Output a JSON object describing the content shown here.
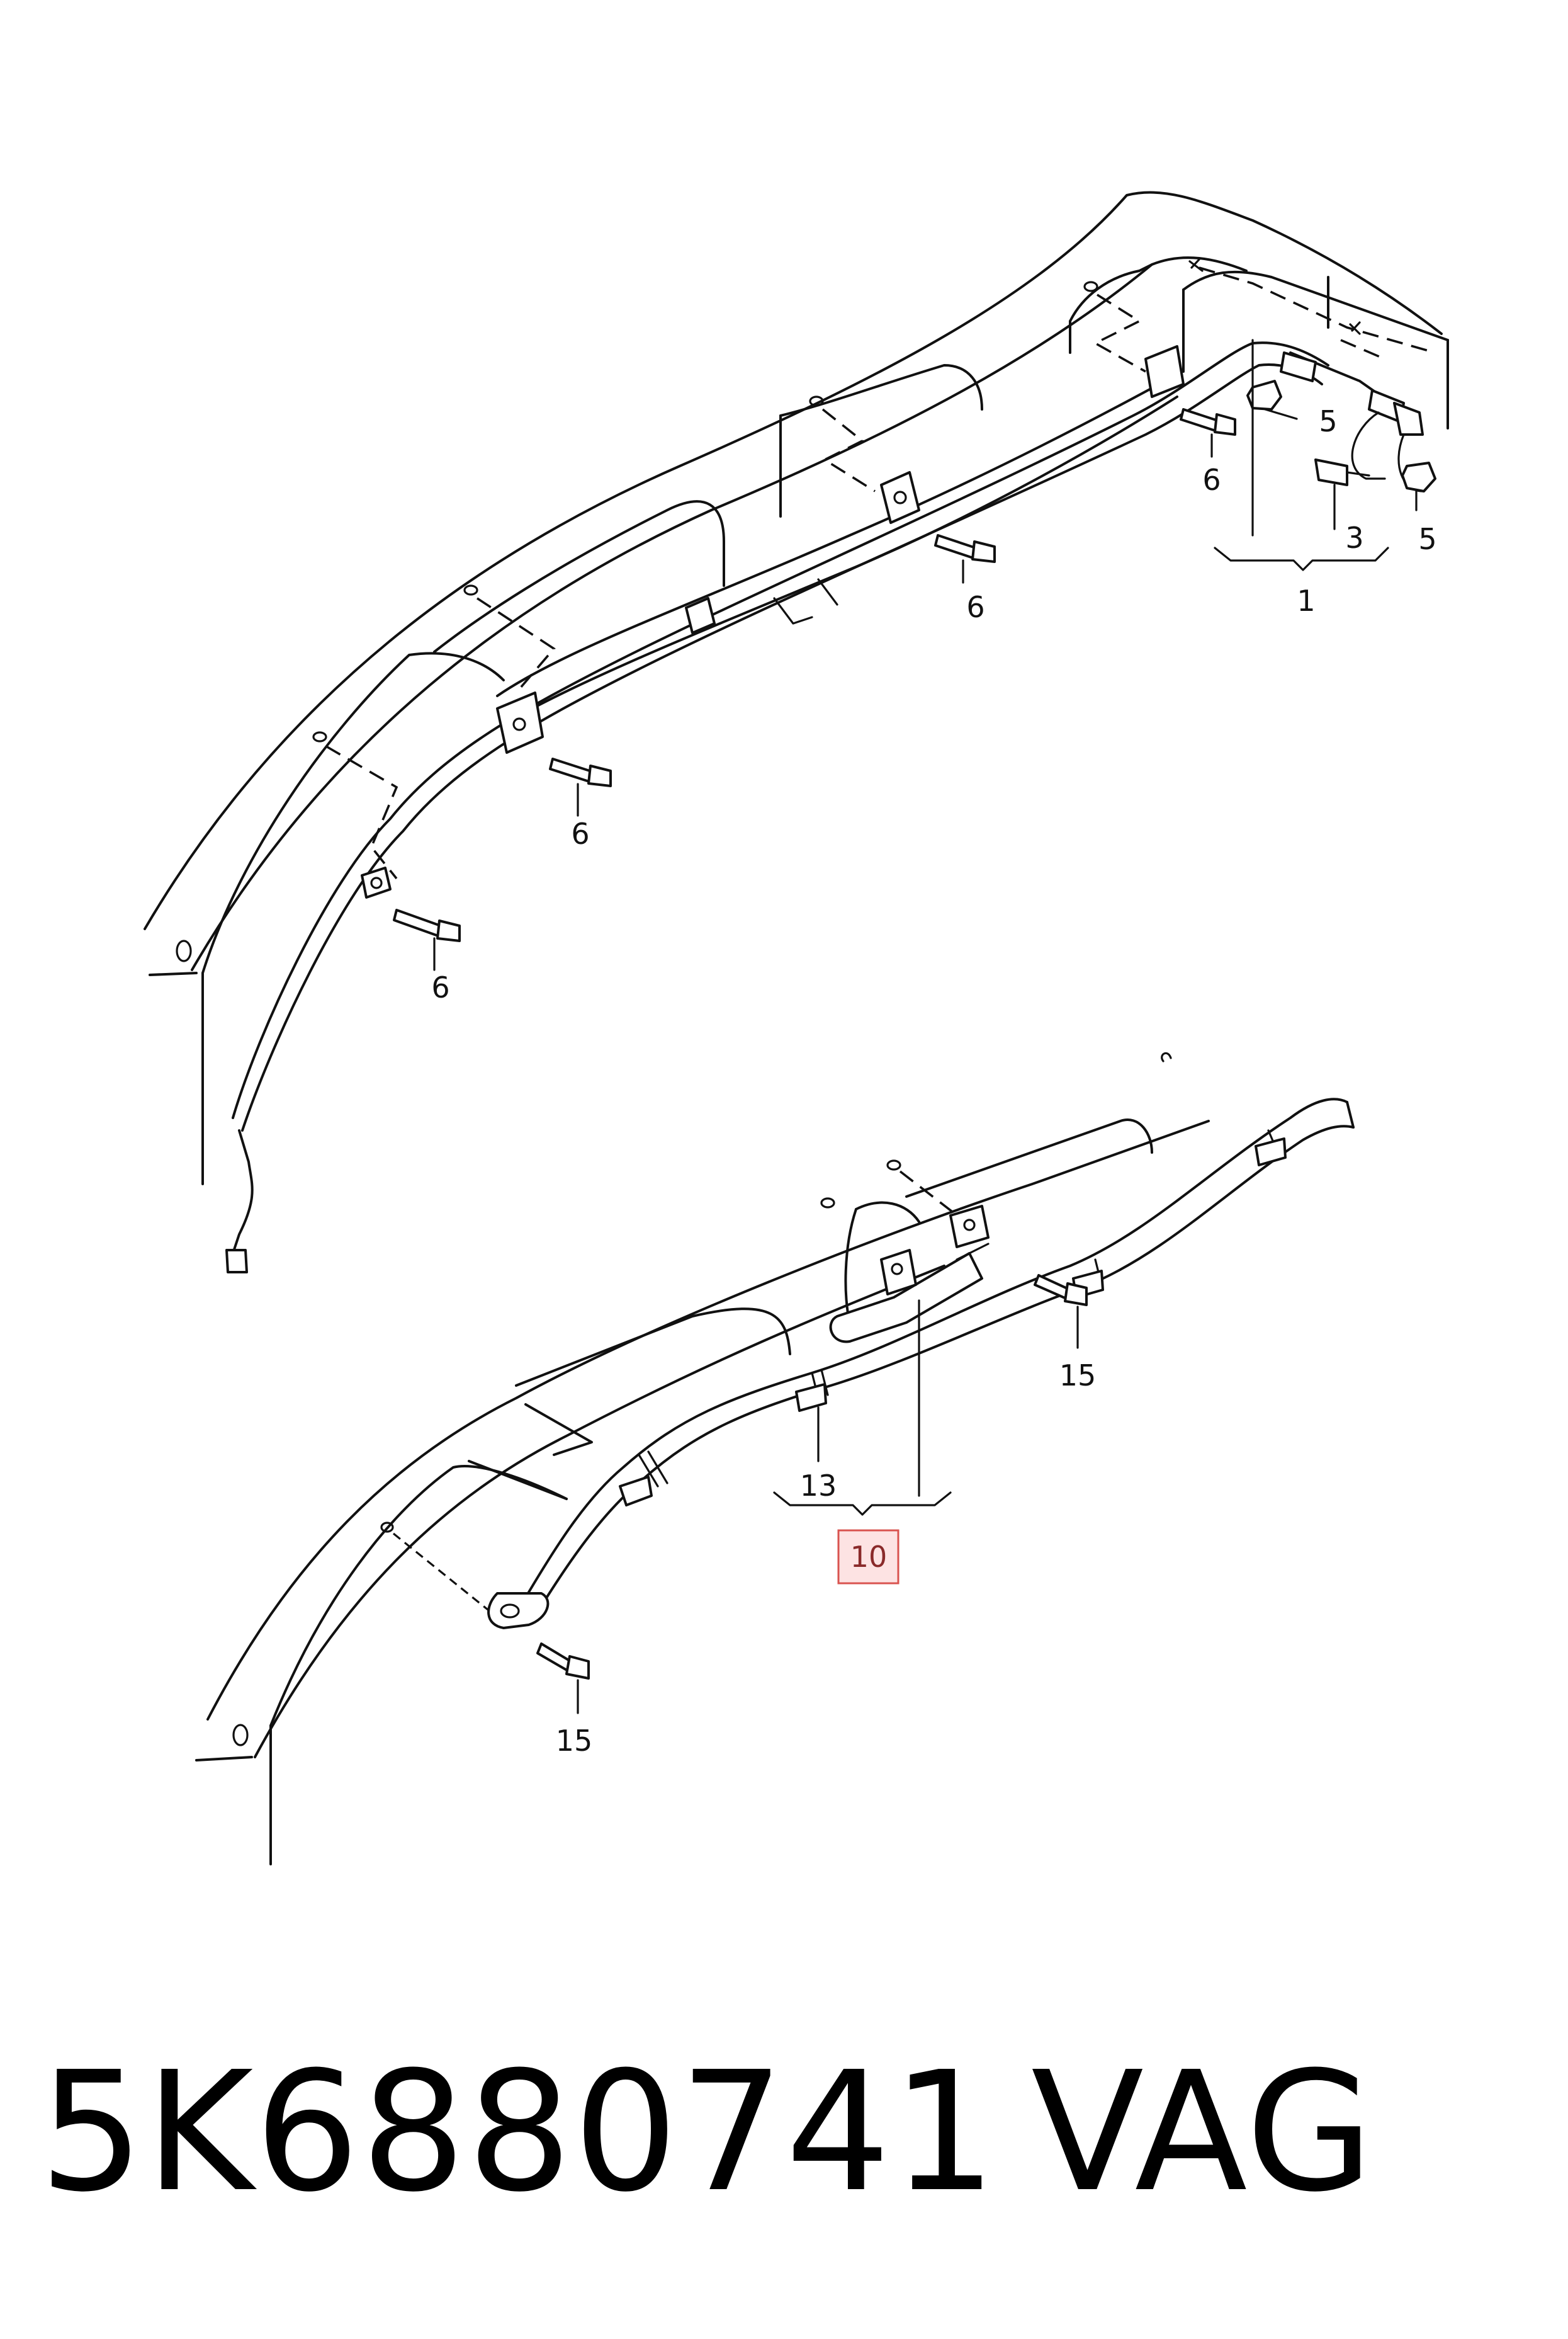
{
  "callouts": {
    "c1": "1",
    "c3": "3",
    "c5a": "5",
    "c5b": "5",
    "c6a": "6",
    "c6b": "6",
    "c6c": "6",
    "c6d": "6",
    "c10": "10",
    "c13": "13",
    "c15a": "15",
    "c15b": "15"
  },
  "highlight": {
    "callout": "10",
    "border_color": "#d9534f",
    "fill_color": "#fde3e3"
  },
  "footer": {
    "part_number": "5K6880741",
    "brand": "VAG"
  }
}
